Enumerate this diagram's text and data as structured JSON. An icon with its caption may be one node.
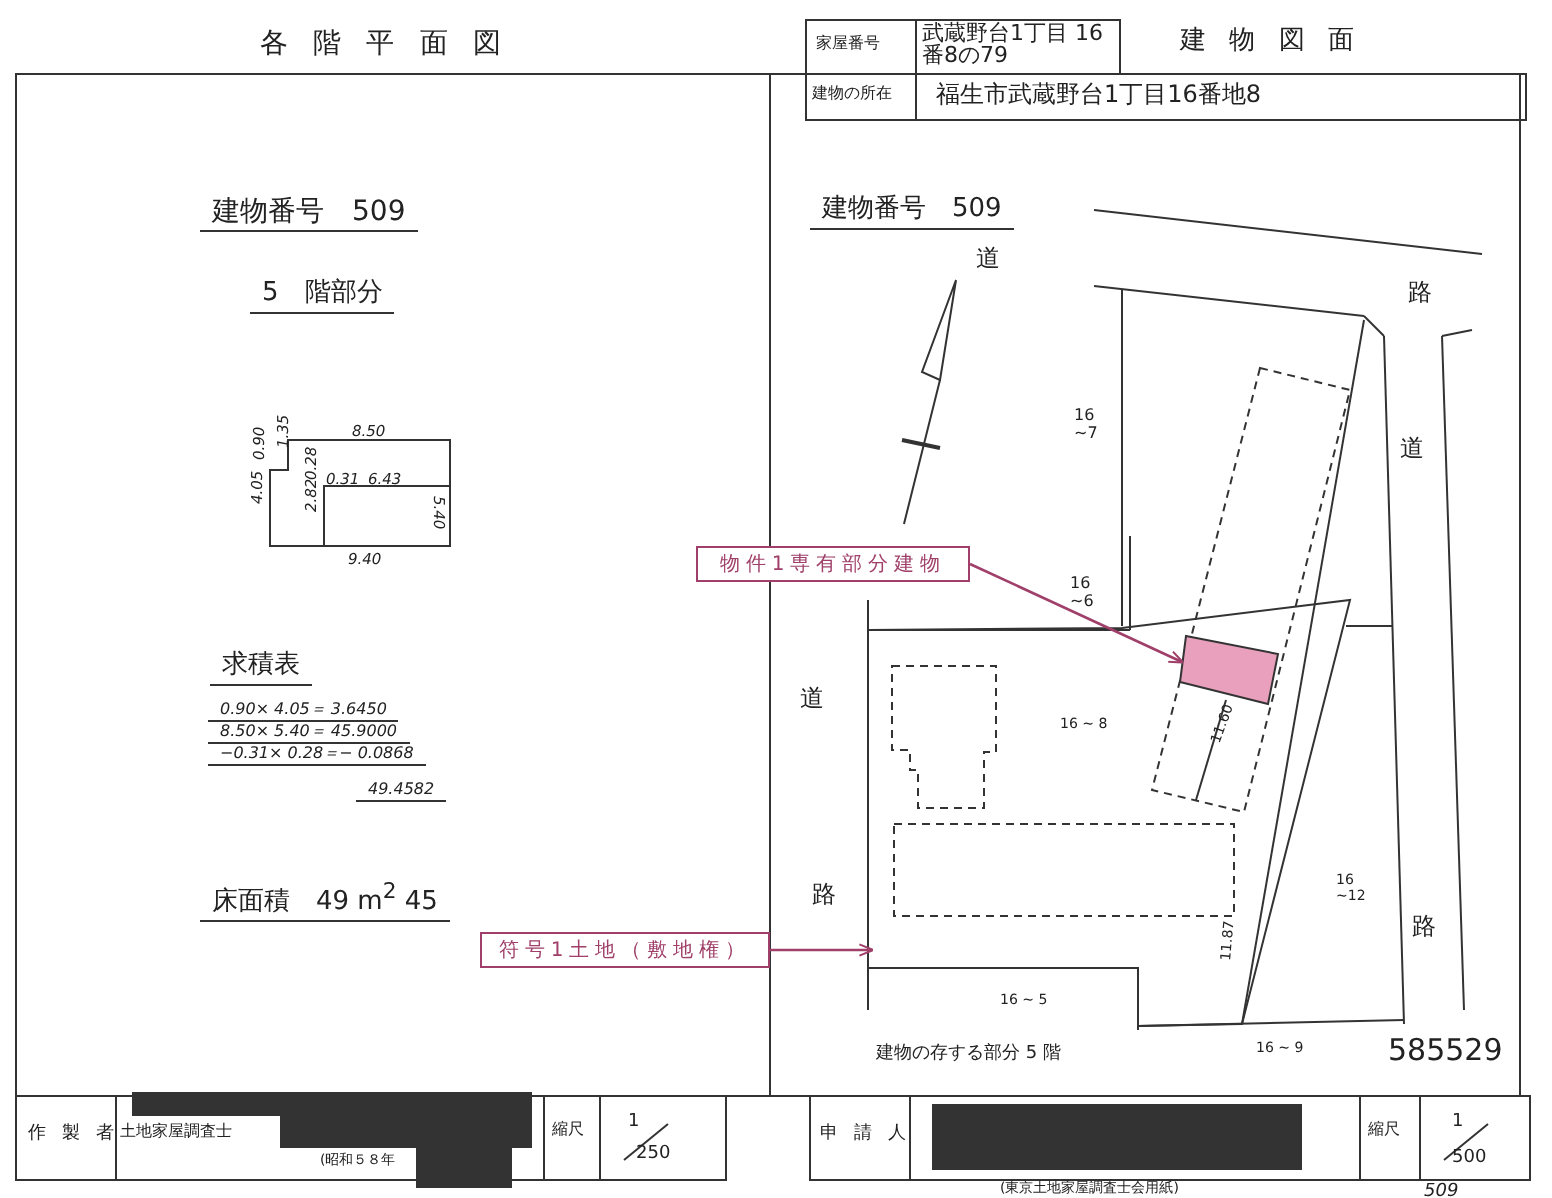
{
  "diagram": {
    "nodes": [
      {
        "text": [
          "物件1専有部分建物"
        ]
      },
      {
        "text": [],
        "shape": "box",
        "in": 3
      },
      {
        "text": [
          "符号1土地（敷地権）"
        ]
      },
      {
        "text": [],
        "shape": "box"
      }
    ],
    "edges": [
      {
        "from": 0,
        "to": 1,
        "arrow": "to"
      },
      {
        "from": 2,
        "to": 3,
        "arrow": "to"
      }
    ],
    "labels": [
      "各階平面図",
      "家屋番号",
      "武蔵野台1丁目 16番8の79",
      "建物図面",
      "建物の所在",
      "福生市武蔵野台1丁目16番地8",
      "建物番号　509",
      "5　階部分",
      "8.50",
      "0.90",
      "1.35",
      "0.28",
      "0.31",
      "6.43",
      "4.05",
      "2.82",
      "5.40",
      "9.40",
      "求積表",
      "0.90× 4.05＝ 3.6450",
      "8.50× 5.40＝ 45.9000",
      "−0.31× 0.28＝− 0.0868",
      "49.4582",
      "床面積　49 m$^{2}$ 45",
      "建物番号　509",
      "道",
      "路",
      "16 ~7",
      "道",
      "16 ~6",
      "道",
      "16 ~ 8",
      "11.60",
      "路",
      "16 ~12",
      "11.87",
      "路",
      "16 ~ 5",
      "16 ~ 9",
      "建物の存する部分 5 階",
      "585529",
      "作製者",
      "土地家屋調査士",
      "(昭和５８年",
      "縮尺",
      "1",
      "250",
      "申請人",
      "縮尺",
      "1",
      "500",
      "(東京土地家屋調査士会用紙)",
      "509"
    ]
  }
}
